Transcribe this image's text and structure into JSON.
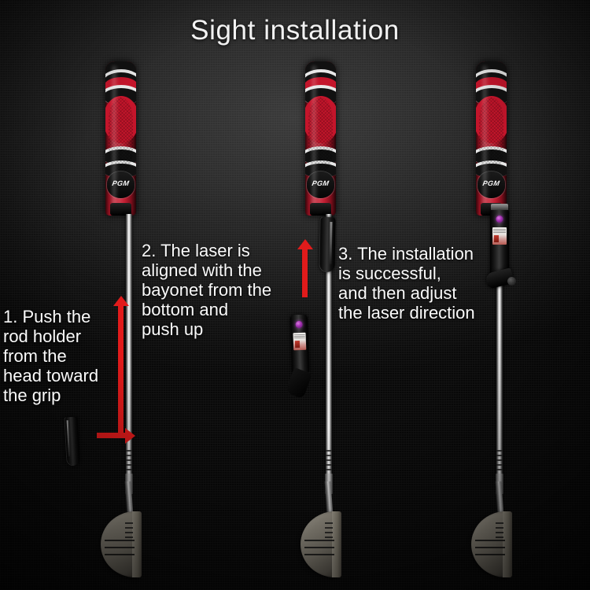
{
  "page": {
    "title": "Sight installation",
    "background_color": "#1a1a1a",
    "accent_color": "#e11b1b"
  },
  "steps": [
    {
      "id": "step-1",
      "number": "1",
      "text": "1. Push the\nrod holder\nfrom the\nhead toward\nthe grip",
      "arrow": "L-shaped red arrow pointing right then up"
    },
    {
      "id": "step-2",
      "number": "2",
      "text": "2. The laser is\naligned with the\nbayonet from the\nbottom and\npush up",
      "arrow": "red arrow pointing up"
    },
    {
      "id": "step-3",
      "number": "3",
      "text": "3. The installation\nis successful,\nand then adjust\nthe laser direction",
      "arrow": ""
    }
  ],
  "product": {
    "grip_logo": "PGM",
    "grip_colors": {
      "primary": "#c4152b",
      "secondary": "#111111",
      "outline": "#e8e8e8"
    },
    "shaft_color": "#d9d9d9",
    "head_color": "#a8a294",
    "laser_lens_color": "#a12fb0",
    "clip_color": "#111111"
  }
}
